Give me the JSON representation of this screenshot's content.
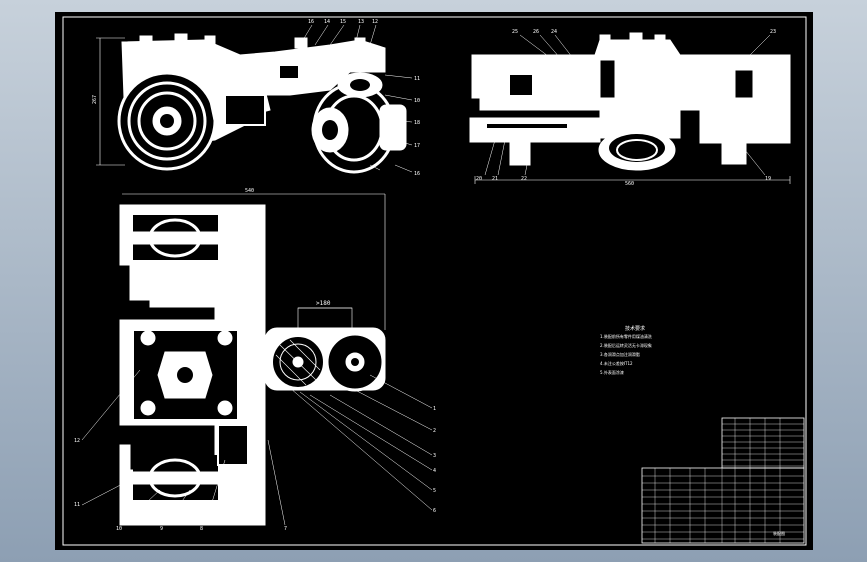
{
  "app": {
    "background_color": "#a9b7c6",
    "sheet_color": "#000000",
    "line_color": "#ffffff"
  },
  "drawing": {
    "top_left_view": {
      "callouts": [
        "16",
        "14",
        "15",
        "13",
        "12",
        "11",
        "10",
        "18",
        "17",
        "16"
      ],
      "dimension_left": "267"
    },
    "top_right_view": {
      "callouts_top": [
        "25",
        "26",
        "24",
        "23"
      ],
      "callouts_bottom": [
        "20",
        "21",
        "22",
        "19"
      ],
      "dimension_bottom": "560"
    },
    "plan_view": {
      "dimension_top": "540",
      "dimension_center": ">180",
      "callouts_right": [
        "1",
        "2",
        "3",
        "4",
        "5",
        "6"
      ],
      "callouts_left": [
        "12",
        "11",
        "10",
        "9",
        "8",
        "7"
      ]
    },
    "notes": {
      "title": "技术要求",
      "lines": [
        "1.装配前所有零件用煤油清洗",
        "2.装配后运转灵活无卡滞现象",
        "3.各润滑点加注润滑脂",
        "4.未注公差按IT12",
        "5.外表面涂漆"
      ]
    },
    "title_block": {
      "label": "装配图"
    }
  }
}
